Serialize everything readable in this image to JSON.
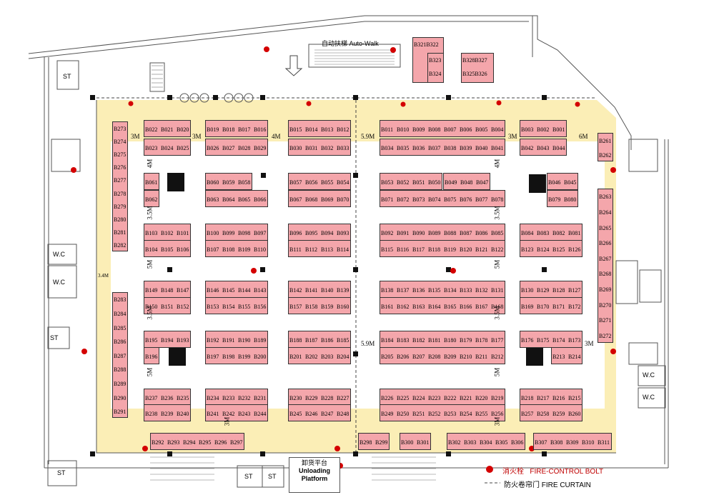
{
  "aisle_color": "#fbeeb6",
  "booth_color": "#f4a6ab",
  "fire_red": "#d40000",
  "top": {
    "autowalk_cn": "自动扶梯",
    "autowalk_en": "Auto-Walk"
  },
  "bottom": {
    "unload_cn": "卸货平台",
    "unload_en1": "Unloading",
    "unload_en2": "Platform"
  },
  "rooms": {
    "st": "ST",
    "wc": "W.C"
  },
  "legend": {
    "fire_bolt_cn": "消火栓",
    "fire_bolt_en": "FIRE-CONTROL BOLT",
    "fire_curtain_cn": "防火卷帘门",
    "fire_curtain_en": "FIRE CURTAIN"
  },
  "dims": {
    "m3": "3M",
    "m4": "4M",
    "m5": "5M",
    "m59": "5.9M",
    "m6": "6M",
    "m35": "3.5M",
    "m34": "3.4M"
  },
  "booths": {
    "b321": "B321",
    "b322": "B322",
    "b323": "B323",
    "b324": "B324",
    "b328": "B328",
    "b327": "B327",
    "b325": "B325",
    "b326": "B326",
    "r1a": [
      "B022",
      "B021",
      "B020"
    ],
    "r1b": [
      "B023",
      "B024",
      "B025"
    ],
    "r1c": [
      "B019",
      "B018",
      "B017",
      "B016"
    ],
    "r1d": [
      "B026",
      "B027",
      "B028",
      "B029"
    ],
    "r1e": [
      "B015",
      "B014",
      "B013",
      "B012"
    ],
    "r1f": [
      "B030",
      "B031",
      "B032",
      "B033"
    ],
    "r1g": [
      "B011",
      "B010",
      "B009",
      "B008",
      "B007",
      "B006",
      "B005",
      "B004"
    ],
    "r1h": [
      "B034",
      "B035",
      "B036",
      "B037",
      "B038",
      "B039",
      "B040",
      "B041"
    ],
    "r1i": [
      "B003",
      "B002",
      "B001"
    ],
    "r1j": [
      "B042",
      "B043",
      "B044"
    ],
    "r2a": [
      "B061"
    ],
    "r2b": [
      "B062"
    ],
    "r2c": [
      "B060",
      "B059",
      "B058"
    ],
    "r2d": [
      "B063",
      "B064",
      "B065",
      "B066"
    ],
    "r2e": [
      "B057",
      "B056",
      "B055",
      "B054"
    ],
    "r2f": [
      "B067",
      "B068",
      "B069",
      "B070"
    ],
    "r2g": [
      "B053",
      "B052",
      "B051",
      "B050"
    ],
    "r2h": [
      "B049",
      "B048",
      "B047"
    ],
    "r2i": [
      "B071",
      "B072",
      "B073",
      "B074",
      "B075",
      "B076",
      "B077",
      "B078"
    ],
    "r2j": [
      "B046",
      "B045"
    ],
    "r2k": [
      "B079",
      "B080"
    ],
    "r3a": [
      "B103",
      "B102",
      "B101"
    ],
    "r3b": [
      "B104",
      "B105",
      "B106"
    ],
    "r3c": [
      "B100",
      "B099",
      "B098",
      "B097"
    ],
    "r3d": [
      "B107",
      "B108",
      "B109",
      "B110"
    ],
    "r3e": [
      "B096",
      "B095",
      "B094",
      "B093"
    ],
    "r3f": [
      "B111",
      "B112",
      "B113",
      "B114"
    ],
    "r3g": [
      "B092",
      "B091",
      "B090",
      "B089",
      "B088",
      "B087",
      "B086",
      "B085"
    ],
    "r3h": [
      "B115",
      "B116",
      "B117",
      "B118",
      "B119",
      "B120",
      "B121",
      "B122"
    ],
    "r3i": [
      "B084",
      "B083",
      "B082",
      "B081"
    ],
    "r3j": [
      "B123",
      "B124",
      "B125",
      "B126"
    ],
    "r4a": [
      "B149",
      "B148",
      "B147"
    ],
    "r4b": [
      "B150",
      "B151",
      "B152"
    ],
    "r4c": [
      "B146",
      "B145",
      "B144",
      "B143"
    ],
    "r4d": [
      "B153",
      "B154",
      "B155",
      "B156"
    ],
    "r4e": [
      "B142",
      "B141",
      "B140",
      "B139"
    ],
    "r4f": [
      "B157",
      "B158",
      "B159",
      "B160"
    ],
    "r4g": [
      "B138",
      "B137",
      "B136",
      "B135",
      "B134",
      "B133",
      "B132",
      "B131"
    ],
    "r4h": [
      "B161",
      "B162",
      "B163",
      "B164",
      "B165",
      "B166",
      "B167",
      "B168"
    ],
    "r4i": [
      "B130",
      "B129",
      "B128",
      "B127"
    ],
    "r4j": [
      "B169",
      "B170",
      "B171",
      "B172"
    ],
    "r5a": [
      "B195",
      "B194",
      "B193"
    ],
    "r5b": [
      "B196"
    ],
    "r5c": [
      "B192",
      "B191",
      "B190",
      "B189"
    ],
    "r5d": [
      "B197",
      "B198",
      "B199",
      "B200"
    ],
    "r5e": [
      "B188",
      "B187",
      "B186",
      "B185"
    ],
    "r5f": [
      "B201",
      "B202",
      "B203",
      "B204"
    ],
    "r5g": [
      "B184",
      "B183",
      "B182",
      "B181",
      "B180",
      "B179",
      "B178",
      "B177"
    ],
    "r5h": [
      "B205",
      "B206",
      "B207",
      "B208",
      "B209",
      "B210",
      "B211",
      "B212"
    ],
    "r5i": [
      "B176",
      "B175",
      "B174",
      "B173"
    ],
    "r5j": [
      "B213",
      "B214"
    ],
    "r6a": [
      "B237",
      "B236",
      "B235"
    ],
    "r6b": [
      "B238",
      "B239",
      "B240"
    ],
    "r6c": [
      "B234",
      "B233",
      "B232",
      "B231"
    ],
    "r6d": [
      "B241",
      "B242",
      "B243",
      "B244"
    ],
    "r6e": [
      "B230",
      "B229",
      "B228",
      "B227"
    ],
    "r6f": [
      "B245",
      "B246",
      "B247",
      "B248"
    ],
    "r6g": [
      "B226",
      "B225",
      "B224",
      "B223",
      "B222",
      "B221",
      "B220",
      "B219"
    ],
    "r6h": [
      "B249",
      "B250",
      "B251",
      "B252",
      "B253",
      "B254",
      "B255",
      "B256"
    ],
    "r6i": [
      "B218",
      "B217",
      "B216",
      "B215"
    ],
    "r6j": [
      "B257",
      "B258",
      "B259",
      "B260"
    ],
    "bot1": [
      "B292",
      "B293",
      "B294",
      "B295",
      "B296",
      "B297"
    ],
    "bot2": [
      "B298",
      "B299"
    ],
    "bot3": [
      "B300",
      "B301"
    ],
    "bot4": [
      "B302",
      "B303",
      "B304",
      "B305",
      "B306"
    ],
    "bot5": [
      "B307",
      "B308",
      "B309",
      "B310",
      "B311"
    ],
    "left": [
      "B273",
      "B274",
      "B275",
      "B276",
      "B277",
      "B278",
      "B279",
      "B280",
      "B281",
      "B282"
    ],
    "left2": [
      "B283",
      "B284",
      "B285",
      "B286",
      "B287",
      "B288",
      "B289",
      "B290",
      "B291"
    ],
    "right1": [
      "B261",
      "B262"
    ],
    "right2": [
      "B263",
      "B264",
      "B265",
      "B266",
      "B267",
      "B268",
      "B269",
      "B270",
      "B271",
      "B272"
    ]
  }
}
